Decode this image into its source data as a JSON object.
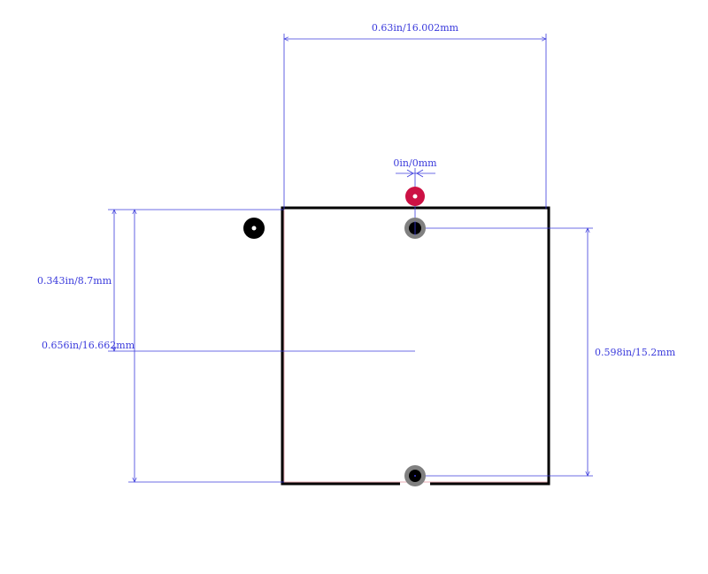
{
  "dimensions": {
    "width_top": "0.63in/16.002mm",
    "pad_offset": "0in/0mm",
    "left_partial": "0.343in/8.7mm",
    "left_full": "0.656in/16.662mm",
    "right_span": "0.598in/15.2mm"
  },
  "colors": {
    "dimension": "#3b3bdc",
    "outline": "#000000",
    "courtyard": "#cc3344",
    "pad_ring": "#808080",
    "marker": "#cc1144",
    "pin1_dot": "#000000",
    "background": "#ffffff"
  }
}
